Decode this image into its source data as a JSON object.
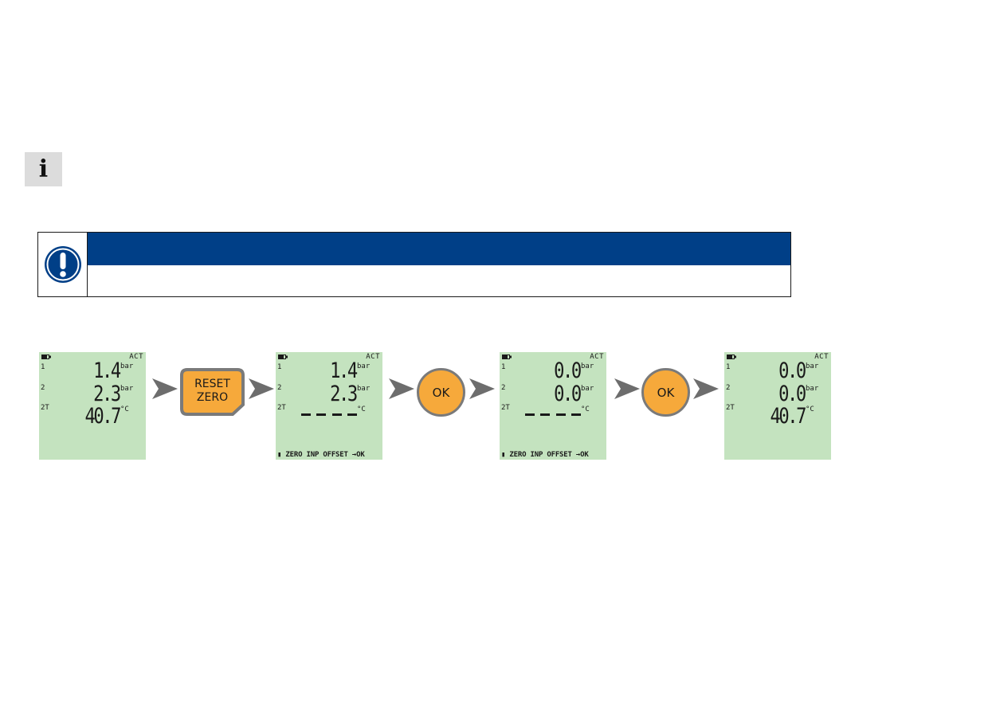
{
  "info": {
    "glyph": "i"
  },
  "notice": {
    "header_text": "",
    "body_text": "",
    "header_color": "#003f87",
    "icon": "exclamation-icon"
  },
  "colors": {
    "lcd_background": "#c4e3bf",
    "button_fill": "#f6a93b",
    "arrow": "#6d6d6d"
  },
  "screens": [
    {
      "status": "ACT",
      "labels": [
        "1",
        "2",
        "2T"
      ],
      "values": [
        "1.4",
        "2.3",
        "40.7"
      ],
      "units": [
        "bar",
        "bar",
        "°C"
      ],
      "menu": ""
    },
    {
      "status": "ACT",
      "labels": [
        "1",
        "2",
        "2T"
      ],
      "values": [
        "1.4",
        "2.3",
        "----"
      ],
      "units": [
        "bar",
        "bar",
        "°C"
      ],
      "menu": "▮ ZERO INP OFFSET →OK"
    },
    {
      "status": "ACT",
      "labels": [
        "1",
        "2",
        "2T"
      ],
      "values": [
        "0.0",
        "0.0",
        "----"
      ],
      "units": [
        "bar",
        "bar",
        "°C"
      ],
      "menu": "▮ ZERO INP OFFSET →OK"
    },
    {
      "status": "ACT",
      "labels": [
        "1",
        "2",
        "2T"
      ],
      "values": [
        "0.0",
        "0.0",
        "40.7"
      ],
      "units": [
        "bar",
        "bar",
        "°C"
      ],
      "menu": ""
    }
  ],
  "buttons": {
    "reset_zero": {
      "line1": "RESET",
      "line2": "ZERO"
    },
    "ok1": "OK",
    "ok2": "OK"
  }
}
